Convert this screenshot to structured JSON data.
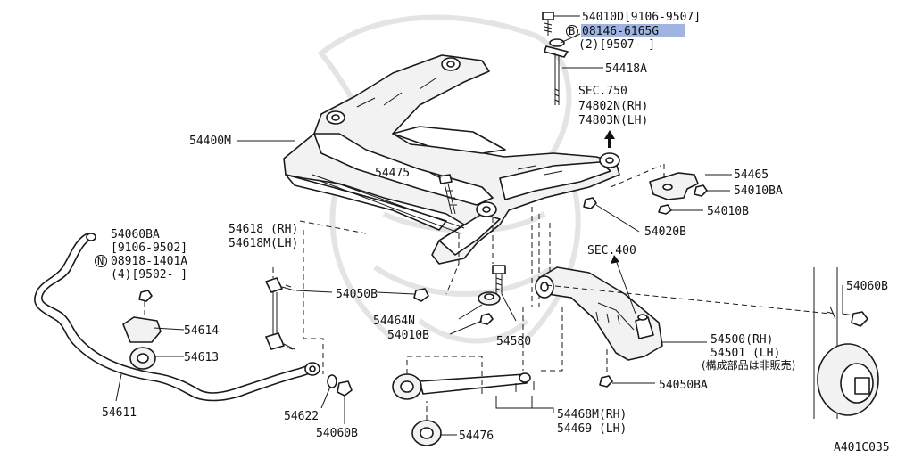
{
  "figure_code": "A401C035",
  "callouts": {
    "p54010D": "54010D[9106-9507]",
    "circledB": "B",
    "p08146": "08146-6165G",
    "p08146_note": "(2)[9507-    ]",
    "p54418A": "54418A",
    "sec750": "SEC.750",
    "p74802N": "74802N(RH)",
    "p74803N": "74803N(LH)",
    "p54400M": "54400M",
    "p54475": "54475",
    "p54465": "54465",
    "p54010BA": "54010BA",
    "p54010B_a": "54010B",
    "p54020B": "54020B",
    "sec400": "SEC.400",
    "p54060BA": "54060BA",
    "p54060BA_range": "[9106-9502]",
    "circledN": "N",
    "p08918": "08918-1401A",
    "p08918_note": "(4)[9502-    ]",
    "p54618": "54618 (RH)",
    "p54618M": "54618M(LH)",
    "p54050B": "54050B",
    "p54464N": "54464N",
    "p54010B_b": "54010B",
    "p54580": "54580",
    "p54614": "54614",
    "p54613": "54613",
    "p54500": "54500(RH)",
    "p54501": "54501 (LH)",
    "p54501_note": "(構成部品は非販売)",
    "p54060B_a": "54060B",
    "p54050BA": "54050BA",
    "p54611": "54611",
    "p54622": "54622",
    "p54060B_b": "54060B",
    "p54468M": "54468M(RH)",
    "p54469": "54469 (LH)",
    "p54476": "54476"
  }
}
